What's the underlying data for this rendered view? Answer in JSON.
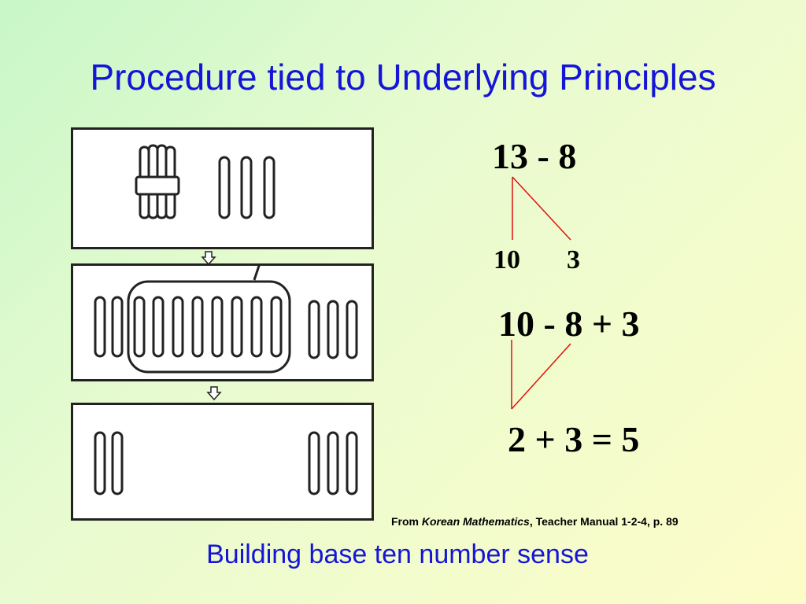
{
  "slide": {
    "title": "Procedure tied to Underlying Principles",
    "subtitle": "Building base ten number sense"
  },
  "equations": {
    "eq1": "13 - 8",
    "decomp_ten": "10",
    "decomp_ones": "3",
    "eq2": "10 - 8 + 3",
    "eq3": "2 + 3 = 5"
  },
  "caption": {
    "prefix": "From ",
    "source": "Korean Mathematics",
    "rest": ", Teacher Manual 1-2-4, p. 89"
  },
  "colors": {
    "title": "#1515d8",
    "connector_lines": "#e01010"
  }
}
